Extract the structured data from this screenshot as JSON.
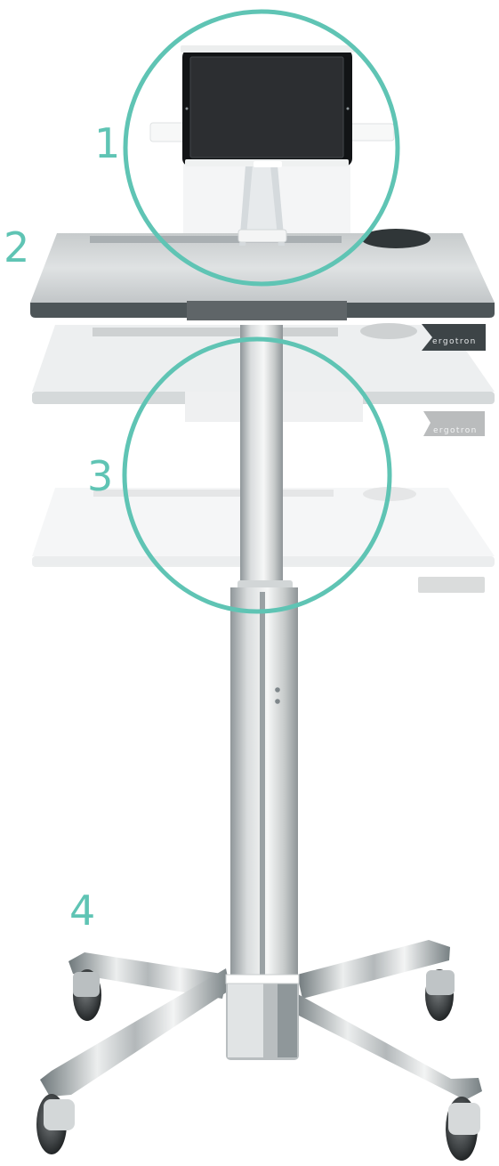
{
  "image": {
    "subject": "mobile-height-adjustable-tablet-cart",
    "accent_color": "#5fc4b4",
    "brand_mark": "ergotron"
  },
  "callouts": [
    {
      "id": "1",
      "label": "1"
    },
    {
      "id": "2",
      "label": "2"
    },
    {
      "id": "3",
      "label": "3"
    },
    {
      "id": "4",
      "label": "4"
    }
  ]
}
